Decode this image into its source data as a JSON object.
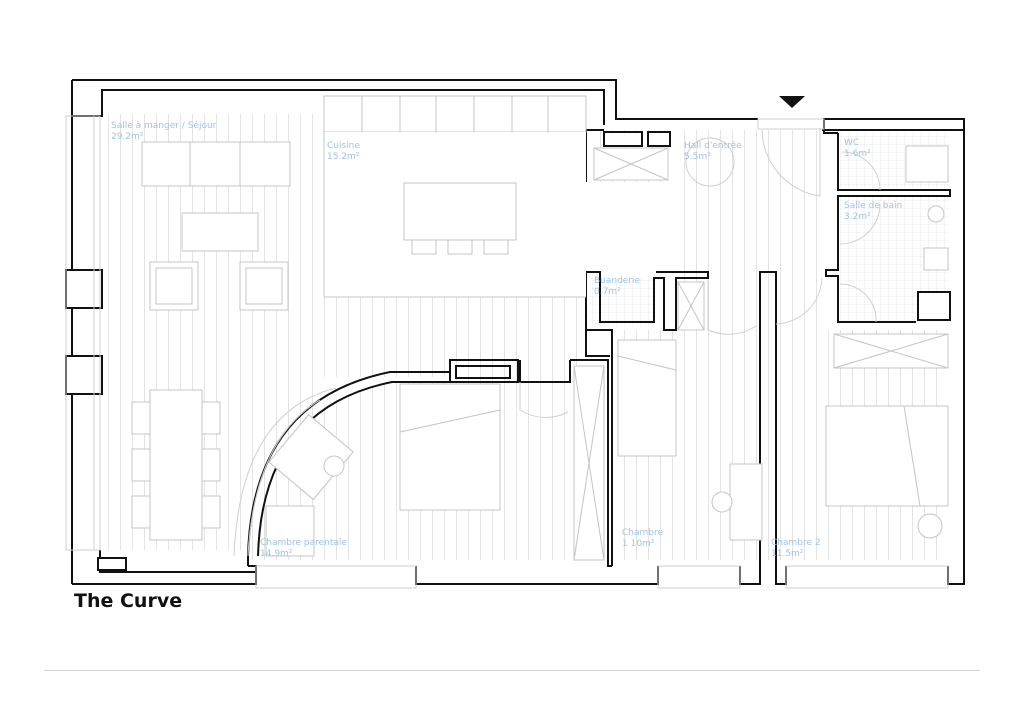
{
  "title": "The Curve",
  "colors": {
    "wall": "#111111",
    "fixture_line": "#bdbdbd",
    "floor_line": "#e3e3e3",
    "label": "#9cc4e4",
    "rule": "#d6d6d6"
  },
  "rooms": [
    {
      "id": "salle",
      "name": "Salle à manger /  Séjour",
      "area": "29.2m²"
    },
    {
      "id": "cuisine",
      "name": "Cuisine",
      "area": "15.2m²"
    },
    {
      "id": "hall",
      "name": "Hall d'entrée",
      "area": "5.5m²"
    },
    {
      "id": "wc",
      "name": "WC",
      "area": "1.6m²"
    },
    {
      "id": "sdb",
      "name": "Salle de  bain",
      "area": "3.2m²"
    },
    {
      "id": "buanderie",
      "name": "Buanderie",
      "area": "0.7m²"
    },
    {
      "id": "parentale",
      "name": "Chambre parentale",
      "area": "14.9m²"
    },
    {
      "id": "chambre1",
      "name": "Chambre",
      "area": "1 10m²"
    },
    {
      "id": "chambre2",
      "name": "Chambre 2",
      "area": "11.5m²"
    }
  ],
  "icons": {
    "entrance": "entrance-arrow-icon"
  }
}
